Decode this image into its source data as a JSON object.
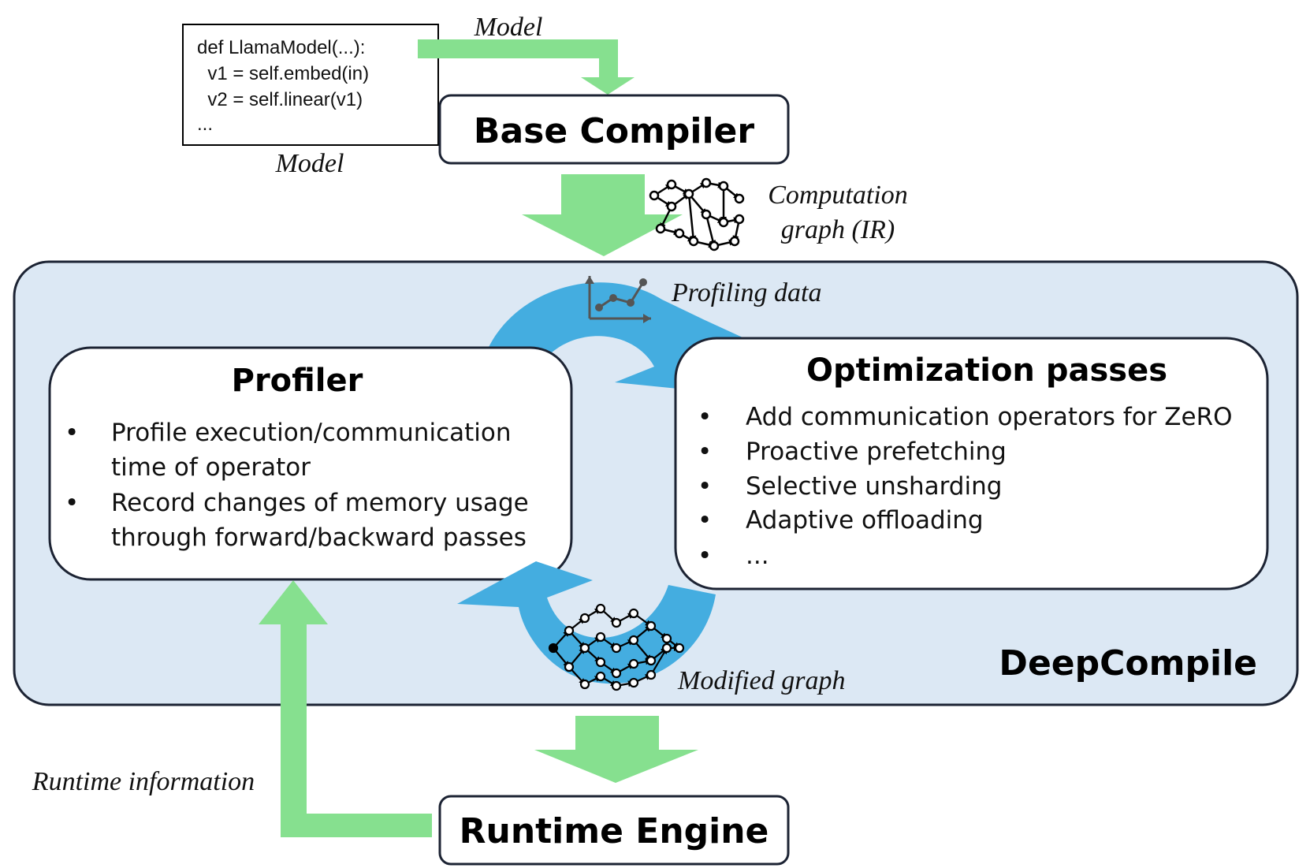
{
  "code": {
    "lines": [
      "def LlamaModel(...):",
      "  v1 = self.embed(in)",
      "  v2 = self.linear(v1)",
      "..."
    ],
    "caption": "Model"
  },
  "labels": {
    "model_arrow": "Model",
    "computation_graph_line1": "Computation",
    "computation_graph_line2": "graph (IR)",
    "profiling_data": "Profiling data",
    "modified_graph": "Modified graph",
    "runtime_information": "Runtime information"
  },
  "base_compiler": {
    "title": "Base Compiler"
  },
  "deepcompile": {
    "title": "DeepCompile"
  },
  "profiler": {
    "title": "Profiler",
    "bullets": [
      {
        "line1": "Profile execution/communication",
        "line2": "time of operator"
      },
      {
        "line1": "Record changes of memory usage",
        "line2": "through forward/backward passes"
      }
    ]
  },
  "optimization": {
    "title": "Optimization passes",
    "bullets": [
      "Add communication operators for ZeRO",
      "Proactive prefetching",
      "Selective unsharding",
      "Adaptive offloading",
      "..."
    ]
  },
  "runtime_engine": {
    "title": "Runtime Engine"
  },
  "bullet_char": "•",
  "colors": {
    "green_arrow": "#86e08f",
    "blue_arrow": "#44ade0",
    "panel_fill": "#dce8f4",
    "border": "#1c2333"
  },
  "icons": [
    "computation-graph-icon",
    "profiling-chart-icon",
    "modified-graph-icon"
  ]
}
